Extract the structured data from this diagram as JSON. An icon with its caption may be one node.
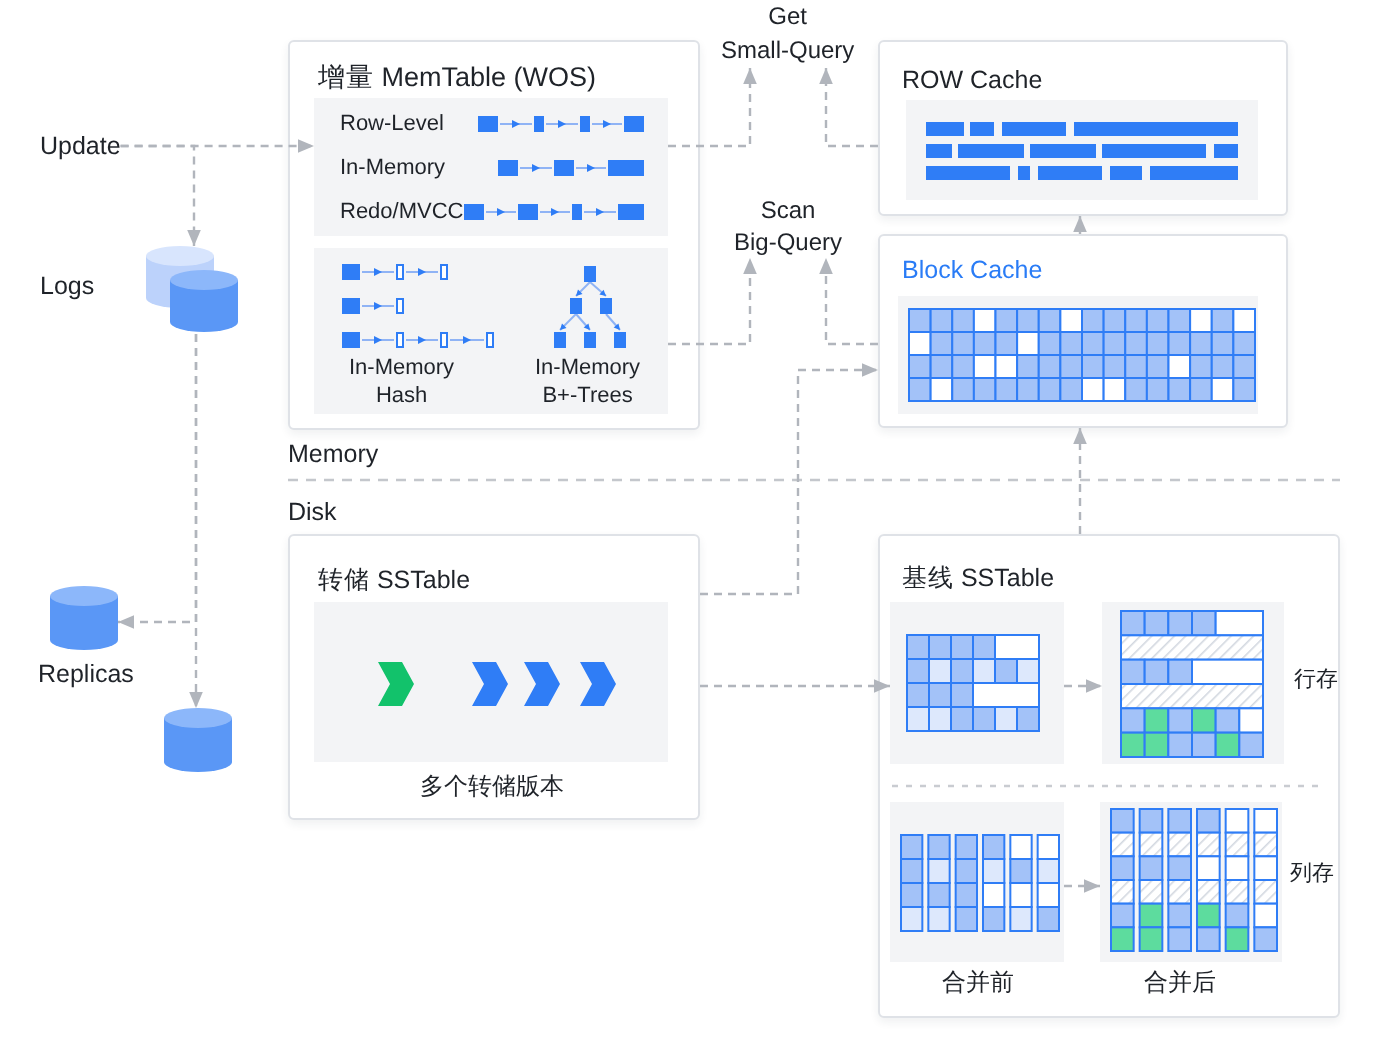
{
  "diagram": {
    "nodes": [
      {
        "text": [
          "Update"
        ]
      },
      {
        "text": [],
        "shape": "cylinder",
        "beside": [
          "Logs"
        ]
      },
      {
        "text": [],
        "shape": "cylinder",
        "beside": [
          "Replicas"
        ]
      },
      {
        "text": [],
        "shape": "cylinder"
      },
      {
        "text": [
          "增量 MemTable (WOS)"
        ]
      },
      {
        "text": [
          "Row-Level",
          "In-Memory",
          "Redo/MVCC"
        ],
        "in": 4
      },
      {
        "text": [
          "In-Memory Hash",
          "In-Memory B+-Trees"
        ],
        "in": 4
      },
      {
        "text": [
          "Get Small-Query"
        ]
      },
      {
        "text": [
          "Scan Big-Query"
        ]
      },
      {
        "text": [
          "ROW Cache"
        ]
      },
      {
        "text": [
          "Block Cache"
        ]
      },
      {
        "text": [
          "转储 SSTable",
          "多个转储版本"
        ]
      },
      {
        "text": [
          "基线 SSTable"
        ]
      },
      {
        "text": [],
        "shape": "box",
        "in": 12
      },
      {
        "text": [],
        "shape": "box",
        "in": 12
      },
      {
        "text": [],
        "shape": "box",
        "in": 12,
        "beside": [
          "合并前"
        ]
      },
      {
        "text": [],
        "shape": "box",
        "in": 12,
        "beside": [
          "合并后"
        ]
      }
    ],
    "edges": [
      {
        "from": 0,
        "to": 5,
        "arrow": "to",
        "style": "dashed"
      },
      {
        "from": 0,
        "to": 1,
        "arrow": "to",
        "style": "dashed"
      },
      {
        "from": 1,
        "to": 3,
        "arrow": "to",
        "style": "dashed"
      },
      {
        "from": 1,
        "to": 2,
        "arrow": "to",
        "style": "dashed"
      },
      {
        "from": 5,
        "to": 7,
        "arrow": "to",
        "style": "dashed"
      },
      {
        "from": 9,
        "to": 7,
        "arrow": "to",
        "style": "dashed"
      },
      {
        "from": 6,
        "to": 8,
        "arrow": "to",
        "style": "dashed"
      },
      {
        "from": 10,
        "to": 8,
        "arrow": "to",
        "style": "dashed"
      },
      {
        "from": 10,
        "to": 9,
        "arrow": "to",
        "style": "dashed"
      },
      {
        "from": 12,
        "to": 10,
        "arrow": "to",
        "style": "dashed"
      },
      {
        "from": 11,
        "to": 10,
        "arrow": "to",
        "style": "dashed"
      },
      {
        "from": 11,
        "to": 13,
        "arrow": "to",
        "style": "dashed"
      },
      {
        "from": 13,
        "to": 14,
        "arrow": "to",
        "style": "dashed"
      },
      {
        "from": 15,
        "to": 16,
        "arrow": "to",
        "style": "dashed"
      }
    ],
    "labels": [
      "Memory",
      "Disk",
      "行存",
      "列存"
    ]
  }
}
